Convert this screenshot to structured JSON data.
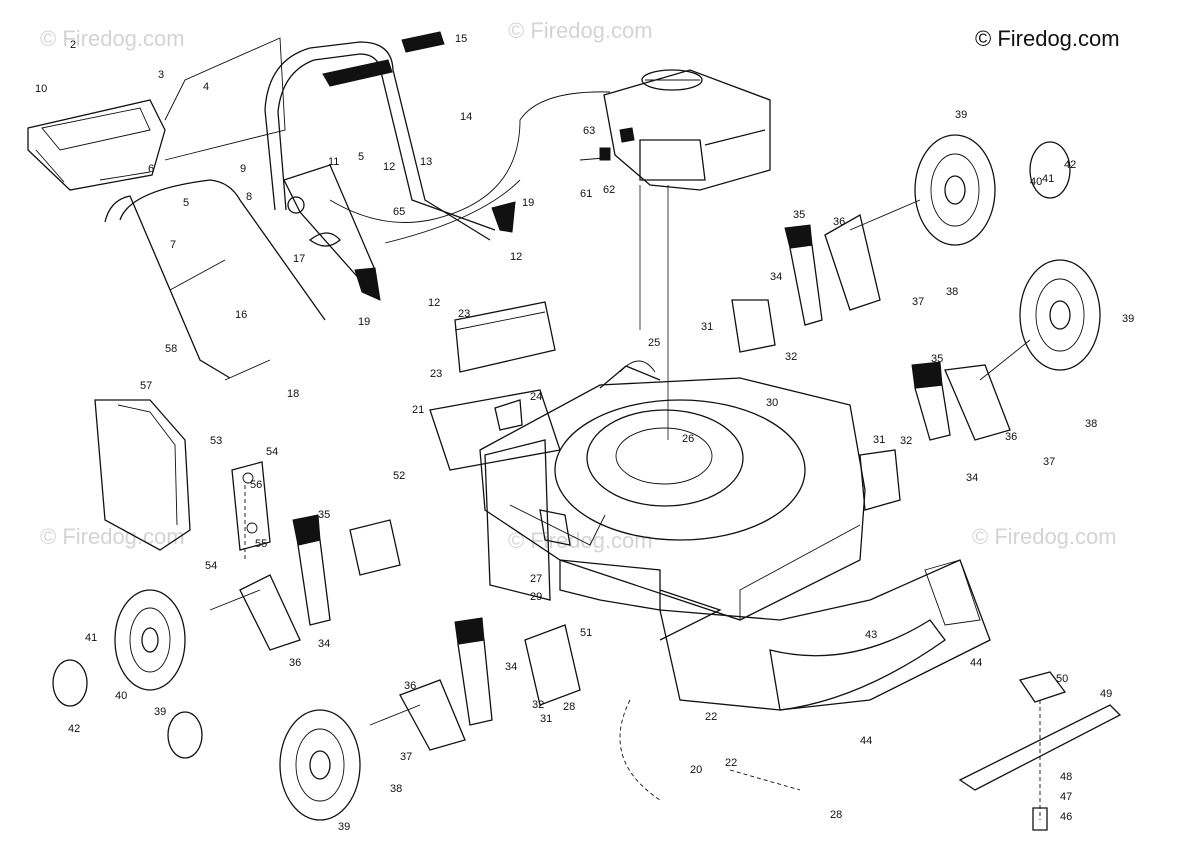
{
  "header": {
    "copyright": "© Firedog.com"
  },
  "watermarks": [
    "© Firedog.com",
    "© Firedog.com",
    "© Firedog.com",
    "© Firedog.com",
    "© Firedog.com"
  ],
  "callouts": [
    "2",
    "10",
    "3",
    "4",
    "15",
    "14",
    "13",
    "12",
    "5",
    "11",
    "9",
    "6",
    "8",
    "5",
    "7",
    "65",
    "16",
    "17",
    "19",
    "12",
    "19",
    "58",
    "18",
    "12",
    "23",
    "21",
    "23",
    "63",
    "61",
    "62",
    "35",
    "36",
    "39",
    "40",
    "41",
    "42",
    "34",
    "37",
    "38",
    "31",
    "32",
    "39",
    "25",
    "24",
    "30",
    "35",
    "26",
    "57",
    "53",
    "54",
    "56",
    "52",
    "55",
    "35",
    "31",
    "32",
    "36",
    "34",
    "37",
    "38",
    "36",
    "34",
    "54",
    "41",
    "40",
    "42",
    "39",
    "36",
    "37",
    "38",
    "39",
    "31",
    "32",
    "35",
    "34",
    "27",
    "29",
    "51",
    "28",
    "22",
    "20",
    "22",
    "28",
    "43",
    "44",
    "44",
    "50",
    "49",
    "48",
    "47",
    "46",
    "42",
    "41",
    "40",
    "39"
  ]
}
